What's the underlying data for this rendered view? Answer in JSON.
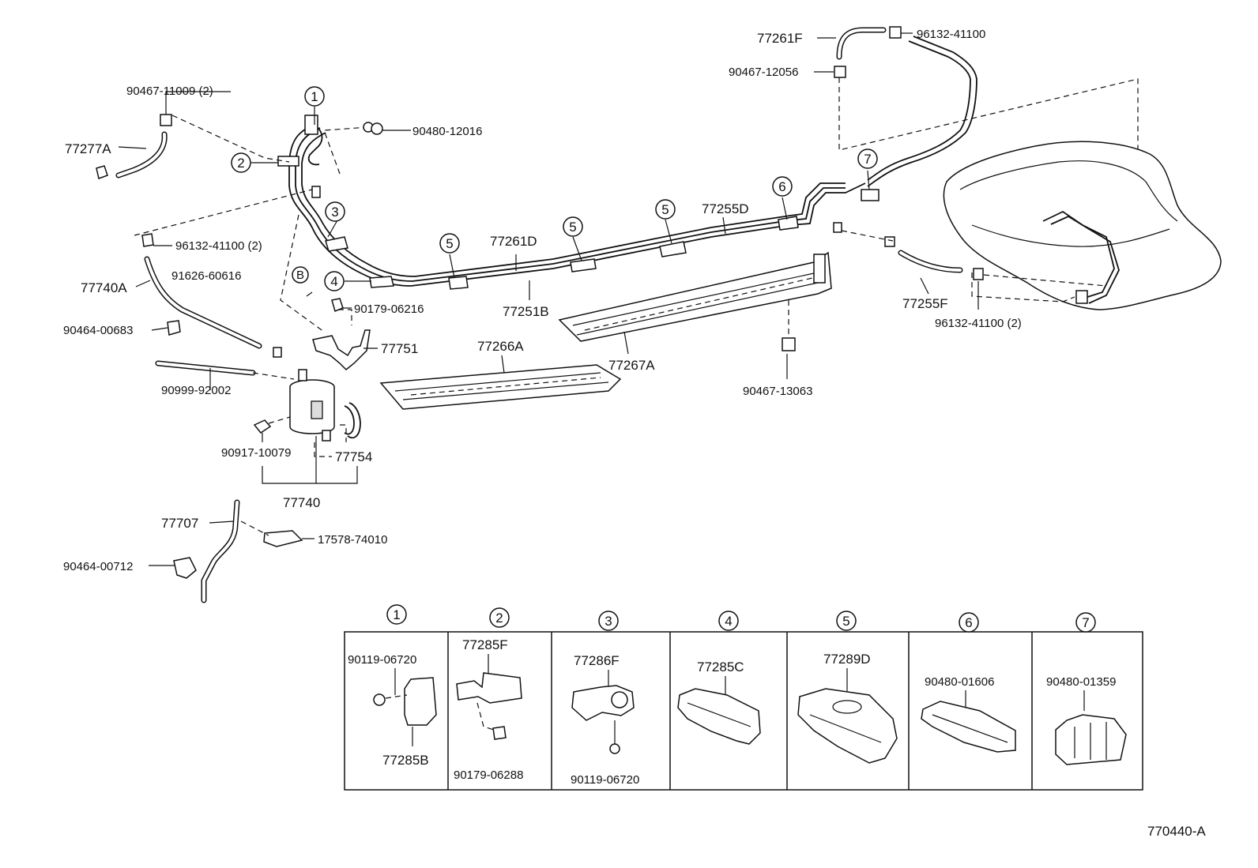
{
  "labels": {
    "p_90467_11009": "90467-11009 (2)",
    "p_77277A": "77277A",
    "p_90480_12016": "90480-12016",
    "p_96132_41100_2_left": "96132-41100 (2)",
    "p_91626_60616": "91626-60616",
    "p_77740A": "77740A",
    "p_90179_06216": "90179-06216",
    "p_90464_00683": "90464-00683",
    "p_77751": "77751",
    "p_90999_92002": "90999-92002",
    "p_90917_10079": "90917-10079",
    "p_77754": "77754",
    "p_77740": "77740",
    "p_77707": "77707",
    "p_17578_74010": "17578-74010",
    "p_90464_00712": "90464-00712",
    "p_77261D": "77261D",
    "p_77251B": "77251B",
    "p_77255D": "77255D",
    "p_77266A": "77266A",
    "p_77267A": "77267A",
    "p_90467_13063": "90467-13063",
    "p_77261F": "77261F",
    "p_96132_41100_top": "96132-41100",
    "p_90467_12056": "90467-12056",
    "p_77255F": "77255F",
    "p_96132_41100_2_right": "96132-41100 (2)",
    "ref_B": "B",
    "drawing_number": "770440-A"
  },
  "callouts": {
    "c1": "1",
    "c2": "2",
    "c3": "3",
    "c4": "4",
    "c5": "5",
    "c6": "6",
    "c7": "7"
  },
  "legend": {
    "cells": [
      {
        "num": "1",
        "parts": [
          "90119-06720",
          "77285B"
        ]
      },
      {
        "num": "2",
        "parts": [
          "77285F",
          "90179-06288"
        ]
      },
      {
        "num": "3",
        "parts": [
          "77286F",
          "90119-06720"
        ]
      },
      {
        "num": "4",
        "parts": [
          "77285C"
        ]
      },
      {
        "num": "5",
        "parts": [
          "77289D"
        ]
      },
      {
        "num": "6",
        "parts": [
          "90480-01606"
        ]
      },
      {
        "num": "7",
        "parts": [
          "90480-01359"
        ]
      }
    ]
  }
}
